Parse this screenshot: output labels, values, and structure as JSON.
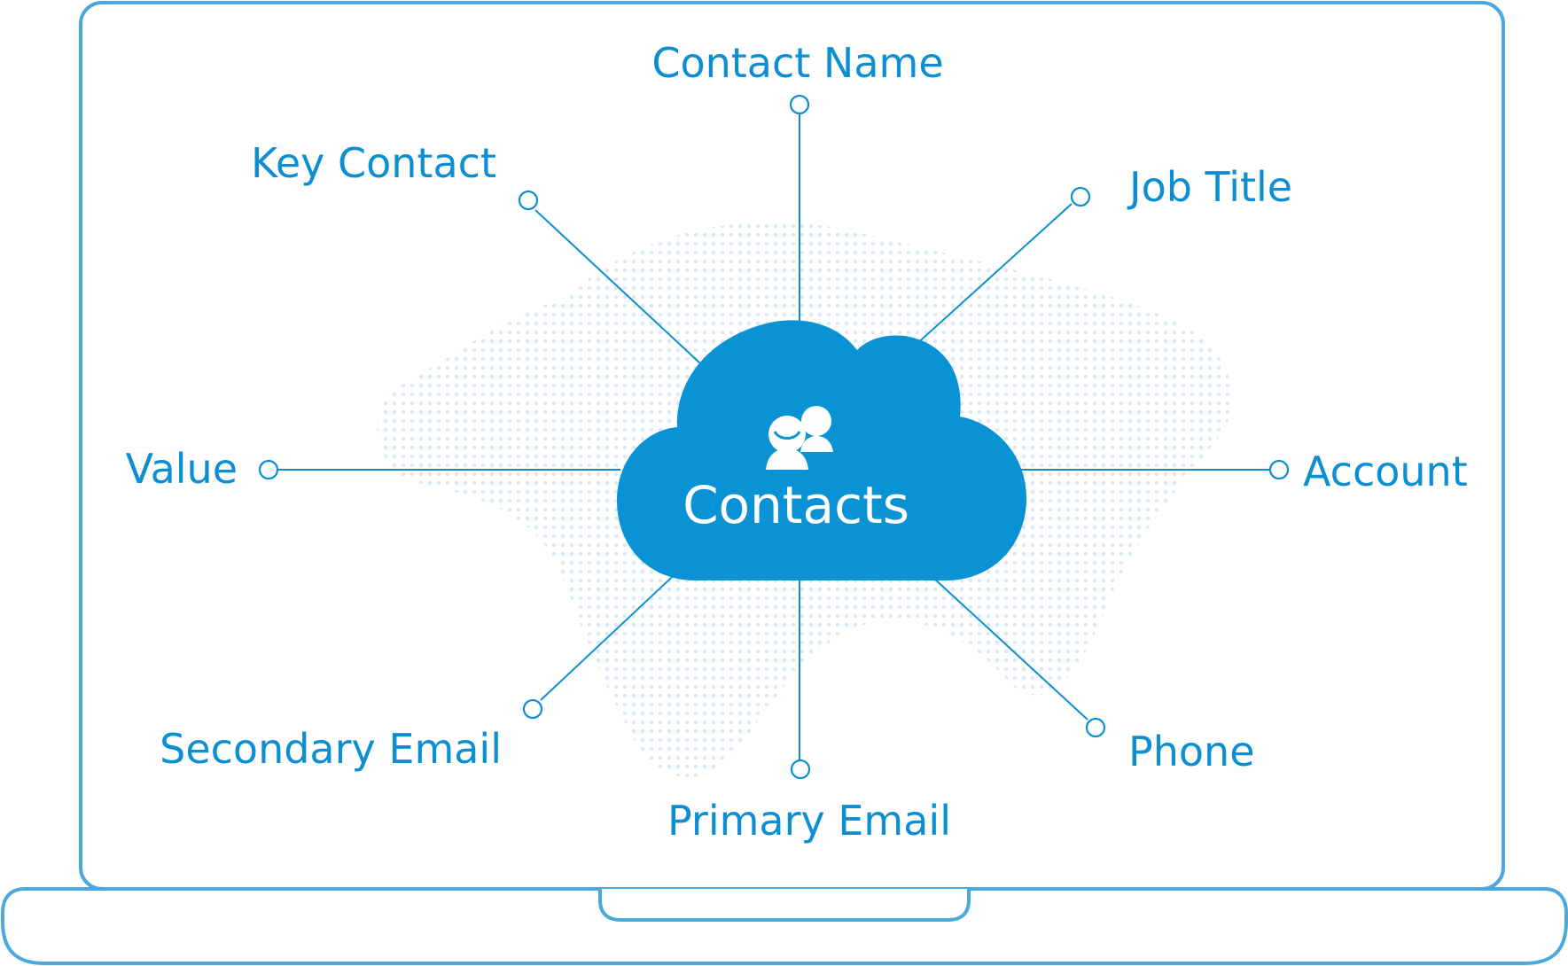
{
  "colors": {
    "accent": "#0b8fd2",
    "frame": "#4aa8de",
    "cloud": "#0a93d4",
    "map_dots": "#dbe8f5",
    "background": "#ffffff"
  },
  "center": {
    "label": "Contacts",
    "icon": "contacts-people-icon"
  },
  "fields": {
    "contact_name": "Contact Name",
    "key_contact": "Key Contact",
    "job_title": "Job Title",
    "value": "Value",
    "account": "Account",
    "secondary_email": "Secondary Email",
    "primary_email": "Primary Email",
    "phone": "Phone"
  },
  "decor": {
    "frame": "laptop-frame",
    "background_map": "world-map-dots"
  }
}
